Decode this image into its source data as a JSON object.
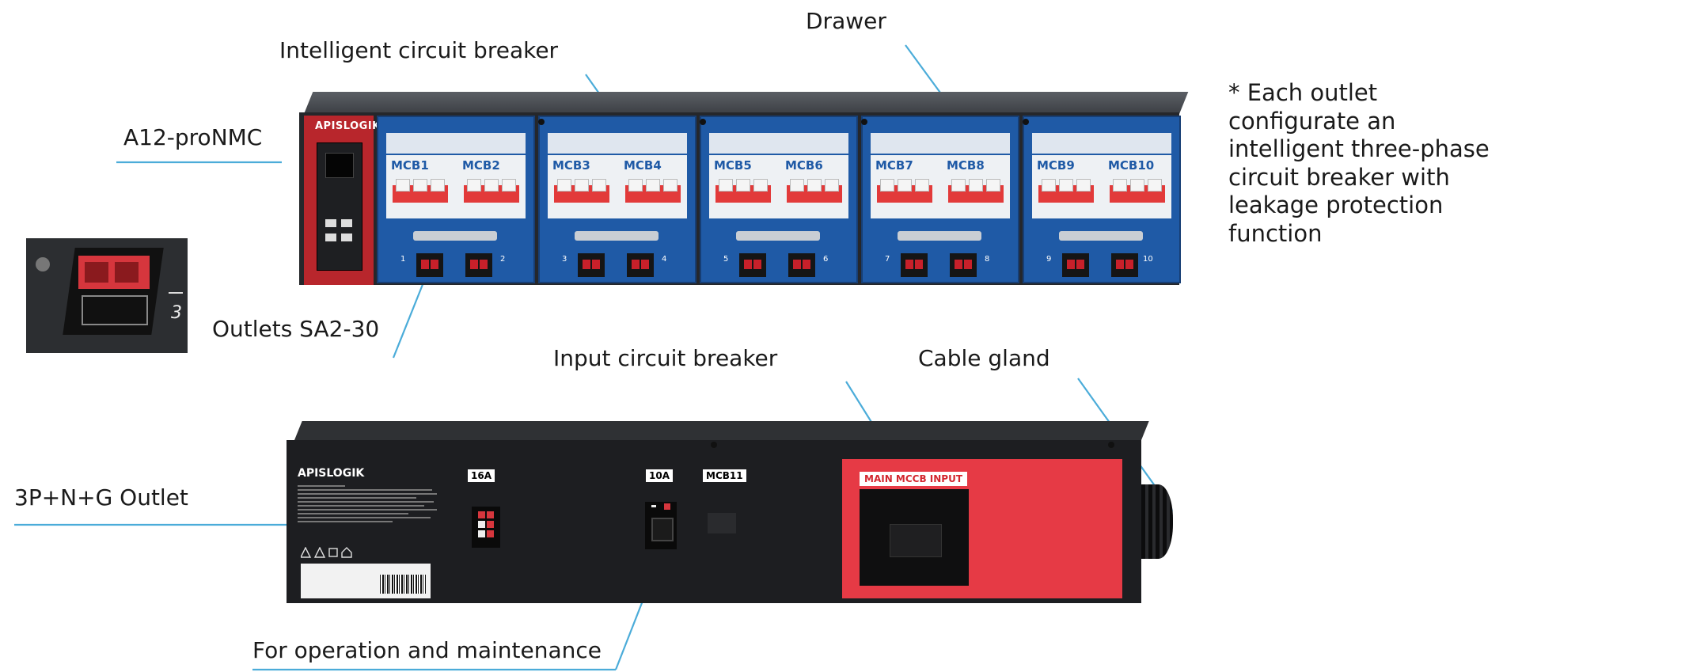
{
  "callouts": {
    "model": "A12-proNMC",
    "intelligent_breaker": "Intelligent circuit breaker",
    "drawer": "Drawer",
    "outlets": "Outlets SA2-30",
    "input_breaker": "Input circuit breaker",
    "cable_gland": "Cable gland",
    "inlet": "3P+N+G Outlet",
    "maintenance": "For operation and maintenance"
  },
  "note": "* Each outlet configurate an intelligent three-phase circuit breaker with leakage protection function",
  "front": {
    "brand": "APISLOGIK",
    "breakers": [
      "MCB1",
      "MCB2",
      "MCB3",
      "MCB4",
      "MCB5",
      "MCB6",
      "MCB7",
      "MCB8",
      "MCB9",
      "MCB10"
    ],
    "outlet_numbers": [
      "1",
      "2",
      "3",
      "4",
      "5",
      "6",
      "7",
      "8",
      "9",
      "10"
    ]
  },
  "inset": {
    "outlet_number": "3"
  },
  "rear": {
    "brand": "APISLOGIK",
    "tags": {
      "inlet_rating": "16A",
      "service_rating": "10A",
      "aux_breaker": "MCB11"
    },
    "main_label": "MAIN MCCB   INPUT"
  },
  "colors": {
    "accent_blue": "#4bacd9",
    "drawer_blue": "#1f5aa6",
    "brand_red": "#b8262c",
    "main_red": "#e63a45"
  }
}
